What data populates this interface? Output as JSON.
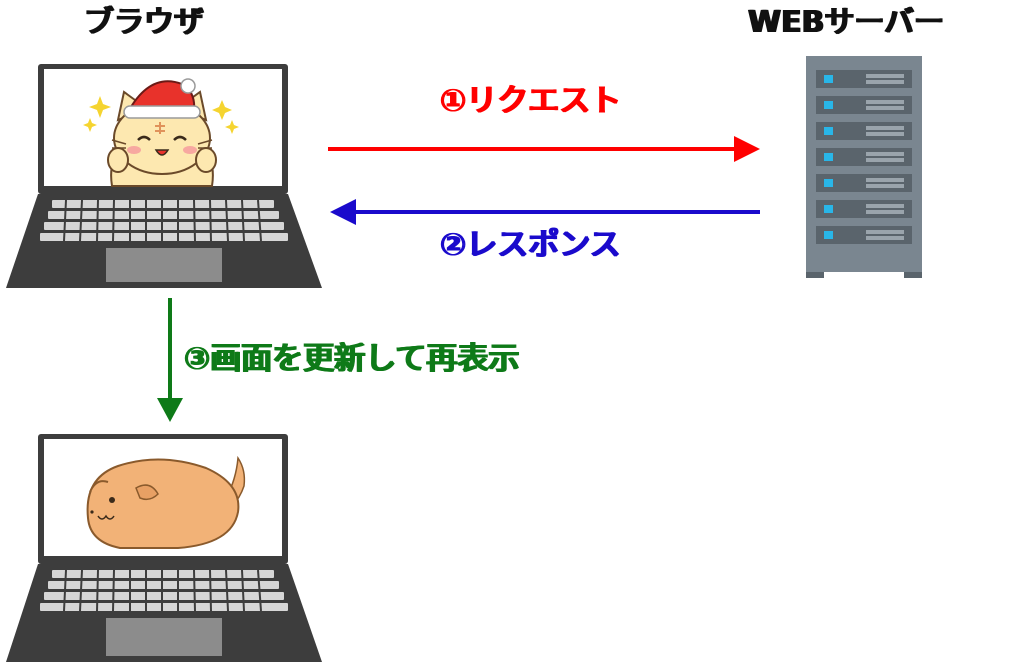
{
  "browser": {
    "title": "ブラウザ"
  },
  "server": {
    "title": "WEBサーバー"
  },
  "steps": {
    "request": {
      "label": "①リクエスト",
      "color": "#ff0000"
    },
    "response": {
      "label": "②レスポンス",
      "color": "#1a0acc"
    },
    "refresh": {
      "label": "③画面を更新して再表示",
      "color": "#0e7a18"
    }
  },
  "colors": {
    "laptop_body": "#3d3d3d",
    "laptop_screen": "#ffffff",
    "key": "#d6d6d6",
    "server_body": "#7a8690",
    "server_led": "#29b6e8",
    "cat_fur": "#fde8b0",
    "hat": "#e8322b",
    "hamster_fur": "#f2b277"
  },
  "icons": {
    "before_screen": "santa-cat-icon",
    "after_screen": "hamster-icon",
    "server": "server-rack-icon"
  }
}
